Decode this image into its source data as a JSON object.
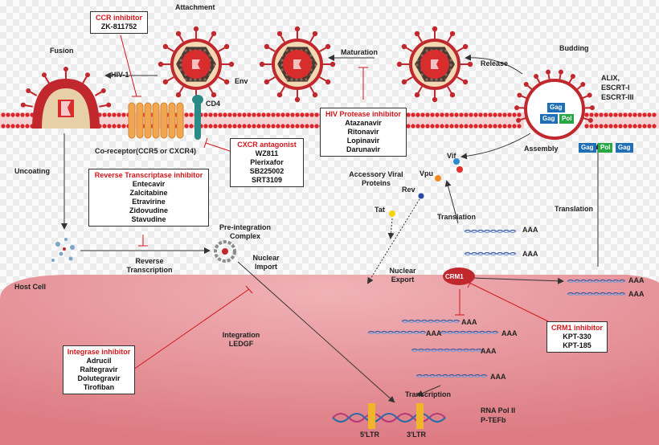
{
  "stages": {
    "attachment": "Attachment",
    "fusion": "Fusion",
    "maturation": "Maturation",
    "release": "Release",
    "budding": "Budding",
    "escrt": [
      "ALIX,",
      "ESCRT-I",
      "ESCRT-III"
    ],
    "hiv1": "HIV-1",
    "env": "Env",
    "cd4": "CD4",
    "coreceptor": "Co-receptor(CCR5 or CXCR4)",
    "assembly": "Assembly",
    "uncoating": "Uncoating",
    "accessory": [
      "Accessory Viral",
      "Proteins"
    ],
    "vif": "Vif",
    "vpu": "Vpu",
    "rev": "Rev",
    "tat": "Tat",
    "translation1": "Translation",
    "translation2": "Translation",
    "preintegration": [
      "Pre-integration",
      "Complex"
    ],
    "nuclear_import": [
      "Nuclear",
      "Import"
    ],
    "reverse_transcription": [
      "Reverse",
      "Transcription"
    ],
    "nuclear_export": [
      "Nuclear",
      "Export"
    ],
    "host_cell": "Host Cell",
    "crm1": "CRM1",
    "integration": [
      "Integration",
      "LEDGF"
    ],
    "transcription": "Transcription",
    "rna_pol": [
      "RNA Pol II",
      "P-TEFb"
    ],
    "ltr5": "5'LTR",
    "ltr3": "3'LTR",
    "aaa": "AAA"
  },
  "proteins": {
    "gag": "Gag",
    "pol": "Pol"
  },
  "inhibitors": {
    "ccr": {
      "title": "CCR inhibitor",
      "drugs": [
        "ZK-811752"
      ]
    },
    "cxcr": {
      "title": "CXCR antagonist",
      "drugs": [
        "WZ811",
        "Plerixafor",
        "SB225002",
        "SRT3109"
      ]
    },
    "rt": {
      "title": "Reverse Transcriptase inhibitor",
      "drugs": [
        "Entecavir",
        "Zalcitabine",
        "Etravirine",
        "Zidovudine",
        "Stavudine"
      ]
    },
    "protease": {
      "title": "HIV Protease inhibitor",
      "drugs": [
        "Atazanavir",
        "Ritonavir",
        "Lopinavir",
        "Darunavir"
      ]
    },
    "integrase": {
      "title": "Integrase inhibitor",
      "drugs": [
        "Adrucil",
        "Raltegravir",
        "Dolutegravir",
        "Tirofiban"
      ]
    },
    "crm1": {
      "title": "CRM1 inhibitor",
      "drugs": [
        "KPT-330",
        "KPT-185"
      ]
    }
  },
  "colors": {
    "membrane": "#d8262c",
    "nucleus": "#e7959b",
    "virus": "#c0282d",
    "inhibitor_title": "#d3151b",
    "gag": "#1f6fb5",
    "pol": "#28a745"
  }
}
